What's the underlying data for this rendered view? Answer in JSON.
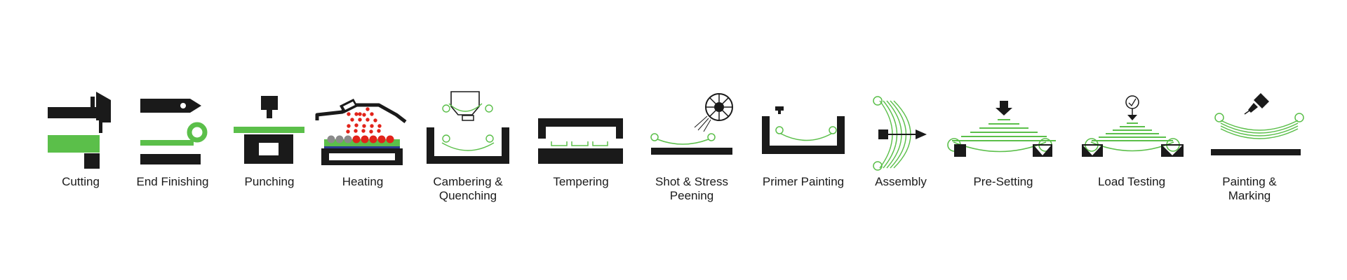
{
  "colors": {
    "dark": "#1a1a1a",
    "green": "#5bbf4a",
    "red": "#e2231a",
    "blue": "#2b3a8f",
    "gray": "#8a8a8a",
    "background": "#ffffff"
  },
  "steps": [
    {
      "label": "Cutting",
      "icon": "cutting-icon"
    },
    {
      "label": "End Finishing",
      "icon": "end-finishing-icon"
    },
    {
      "label": "Punching",
      "icon": "punching-icon"
    },
    {
      "label": "Heating",
      "icon": "heating-icon"
    },
    {
      "label": "Cambering &\nQuenching",
      "icon": "cambering-quenching-icon"
    },
    {
      "label": "Tempering",
      "icon": "tempering-icon"
    },
    {
      "label": "Shot & Stress\nPeening",
      "icon": "shot-stress-peening-icon"
    },
    {
      "label": "Primer Painting",
      "icon": "primer-painting-icon"
    },
    {
      "label": "Assembly",
      "icon": "assembly-icon"
    },
    {
      "label": "Pre-Setting",
      "icon": "pre-setting-icon"
    },
    {
      "label": "Load Testing",
      "icon": "load-testing-icon"
    },
    {
      "label": "Painting &\nMarking",
      "icon": "painting-marking-icon"
    }
  ]
}
